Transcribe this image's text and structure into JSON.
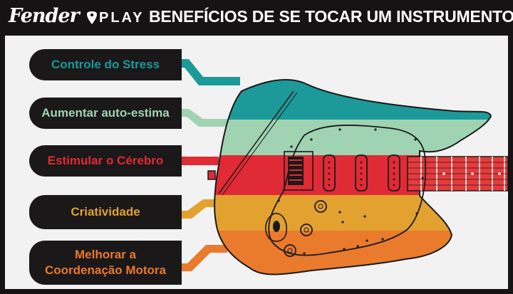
{
  "header": {
    "brand": "Fender",
    "brand_suffix": "PLAY",
    "title": "BENEFÍCIOS DE SE TOCAR UM INSTRUMENTO"
  },
  "benefits": [
    {
      "label": "Controle do Stress",
      "color": "#1c9a9a"
    },
    {
      "label": "Aumentar auto-estima",
      "color": "#9fd3b2"
    },
    {
      "label": "Estimular o Cérebro",
      "color": "#e02a35"
    },
    {
      "label": "Criatividade",
      "color": "#e3a130"
    },
    {
      "label_line1": "Melhorar a",
      "label_line2": "Coordenação Motora",
      "color": "#ea7a2c"
    }
  ],
  "colors": {
    "background": "#161314",
    "panel": "#f2f2f2",
    "label_box": "#1b1819",
    "neck": "#e63a3c"
  },
  "icons": [
    "guitar-pick-icon",
    "electric-guitar-illustration"
  ]
}
